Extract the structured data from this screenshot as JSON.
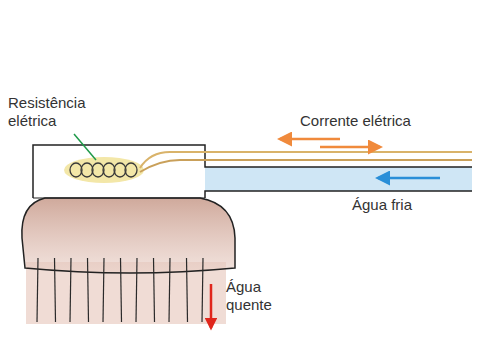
{
  "diagram": {
    "labels": [
      "Resistência elétrica",
      "Corrente elétrica",
      "Água fria",
      "Água quente"
    ]
  }
}
